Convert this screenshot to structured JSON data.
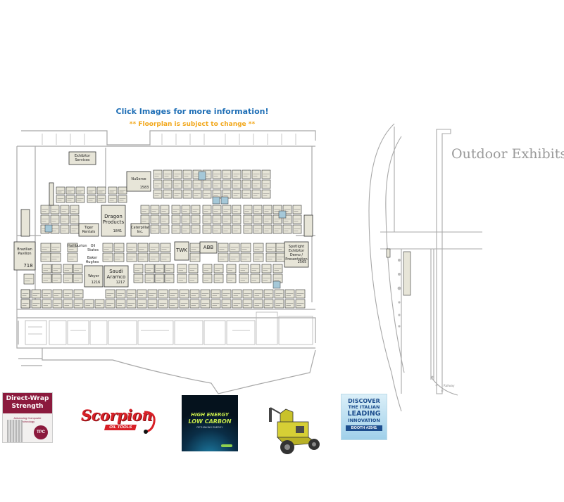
{
  "header": {
    "title": "Click Images for more information!",
    "subtitle": "** Floorplan is subject to change **"
  },
  "outdoor": {
    "label": "Outdoor Exhibits",
    "railway": "Railway"
  },
  "colors": {
    "title": "#1f6fb6",
    "subtitle": "#f2a81d",
    "booth_fill": "#e7e5d8",
    "booth_stroke": "#333333",
    "wall": "#a8a8a8",
    "outdoor_text": "#9a9a9a"
  },
  "booths": {
    "exhibitor_services": "Exhibitor Services",
    "nuserve": "NuServe",
    "nuserve_num": "1583",
    "dragon": "Dragon Products",
    "dragon_num": "1841",
    "tiger": "Tiger Rentals",
    "caterpillar": "Caterpillar Inc.",
    "brazilian": "Brazilian Pavilion",
    "brazilian_num": "718",
    "weyer": "Weyer",
    "weyer_num": "1216",
    "saudi": "Saudi Aramco",
    "saudi_num": "1217",
    "twk": "TWK",
    "abb": "ABB",
    "spotlight": "Spotlight Exhibitor Demo / Presentation",
    "spotlight_num": "2565",
    "halliburton": "Halliburton",
    "oil_states": "Oil States",
    "baker": "Baker Hughes"
  },
  "ads": [
    {
      "name": "tpc-direct-wrap-ad",
      "lines": [
        "Direct-Wrap",
        "Strength"
      ],
      "sub": "Advancing Composite Technology",
      "logo": "TPC"
    },
    {
      "name": "scorpion-oil-tools-ad",
      "lines": [
        "Scorpion",
        "OIL TOOLS"
      ]
    },
    {
      "name": "high-energy-low-carbon-ad",
      "lines": [
        "HIGH ENERGY",
        "LOW CARBON"
      ],
      "sub": "RETHINKING ENERGY"
    },
    {
      "name": "equipment-machine-ad"
    },
    {
      "name": "italian-innovation-ad",
      "lines": [
        "DISCOVER",
        "THE ITALIAN",
        "LEADING",
        "INNOVATION",
        "BOOTH #2541"
      ]
    }
  ]
}
